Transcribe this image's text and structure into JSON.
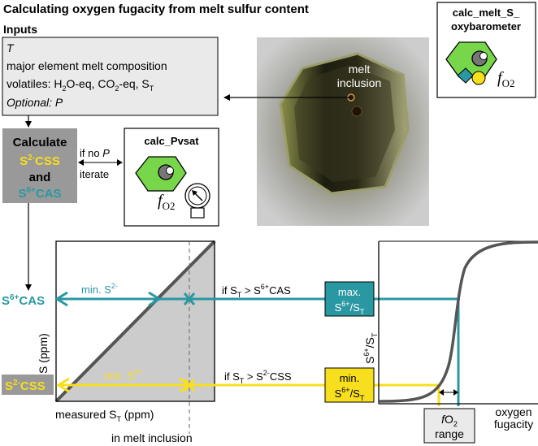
{
  "title": "Calculating oxygen fugacity from melt sulfur content",
  "inputs": {
    "heading": "Inputs",
    "line1": "T",
    "line2": "major element melt composition",
    "line3_prefix": "volatiles: H",
    "line3_sub2": "2",
    "line3_mid1": "O-eq, CO",
    "line3_sub2b": "2",
    "line3_mid2": "-eq, S",
    "line3_subT": "T",
    "line4": "Optional: P"
  },
  "photo": {
    "label_line1": "melt",
    "label_line2": "inclusion"
  },
  "calculate": {
    "line1": "Calculate",
    "line2_main": "S",
    "line2_sup": "2-",
    "line2_suffix": "CSS",
    "line3": "and",
    "line4_main": "S",
    "line4_sup": "6+",
    "line4_suffix": "CAS"
  },
  "iterate": {
    "line1_prefix": "if no ",
    "line1_var": "P",
    "line2": "iterate"
  },
  "pvsat": {
    "title": "calc_Pvsat",
    "f": "f",
    "o2": "O2"
  },
  "oxybarometer": {
    "title_line1": "calc_melt_S_",
    "title_line2": "oxybarometer",
    "f": "f",
    "o2": "O2"
  },
  "left_labels": {
    "s6_main": "S",
    "s6_sup": "6+",
    "s6_suffix": "CAS",
    "s2_main": "S",
    "s2_sup": "2-",
    "s2_suffix": "CSS"
  },
  "left_plot": {
    "ylabel": "S (ppm)",
    "xlabel_prefix": "measured S",
    "xlabel_sub": "T",
    "xlabel_suffix": " (ppm)",
    "min_s2_prefix": "min. S",
    "min_s2_sup": "2-",
    "min_s6_prefix": "min. S",
    "min_s6_sup": "6+",
    "dashed_label": "in melt inclusion"
  },
  "conditions": {
    "upper_prefix": "if S",
    "upper_sub": "T",
    "upper_mid": " > S",
    "upper_sup": "6+",
    "upper_suffix": "CAS",
    "lower_prefix": "if S",
    "lower_sub": "T",
    "lower_mid": " > S",
    "lower_sup": "2-",
    "lower_suffix": "CSS"
  },
  "ratio_boxes": {
    "max_line1": "max.",
    "max_main": "S",
    "max_sup": "6+",
    "max_slash": "/S",
    "max_sub": "T",
    "min_line1": "min.",
    "min_main": "S",
    "min_sup": "6+",
    "min_slash": "/S",
    "min_sub": "T"
  },
  "right_plot": {
    "ylabel_main": "S",
    "ylabel_sup": "6+",
    "ylabel_slash": "/S",
    "ylabel_sub": "T",
    "xlabel_line1": "oxygen",
    "xlabel_line2": "fugacity"
  },
  "range_box": {
    "f": "f",
    "o": "O",
    "sub": "2",
    "line2": "range"
  },
  "colors": {
    "teal": "#2a98a2",
    "yellow": "#f7df1d",
    "grey_box": "#999999",
    "light_grey": "#eaeaea",
    "green": "#78d64b"
  }
}
